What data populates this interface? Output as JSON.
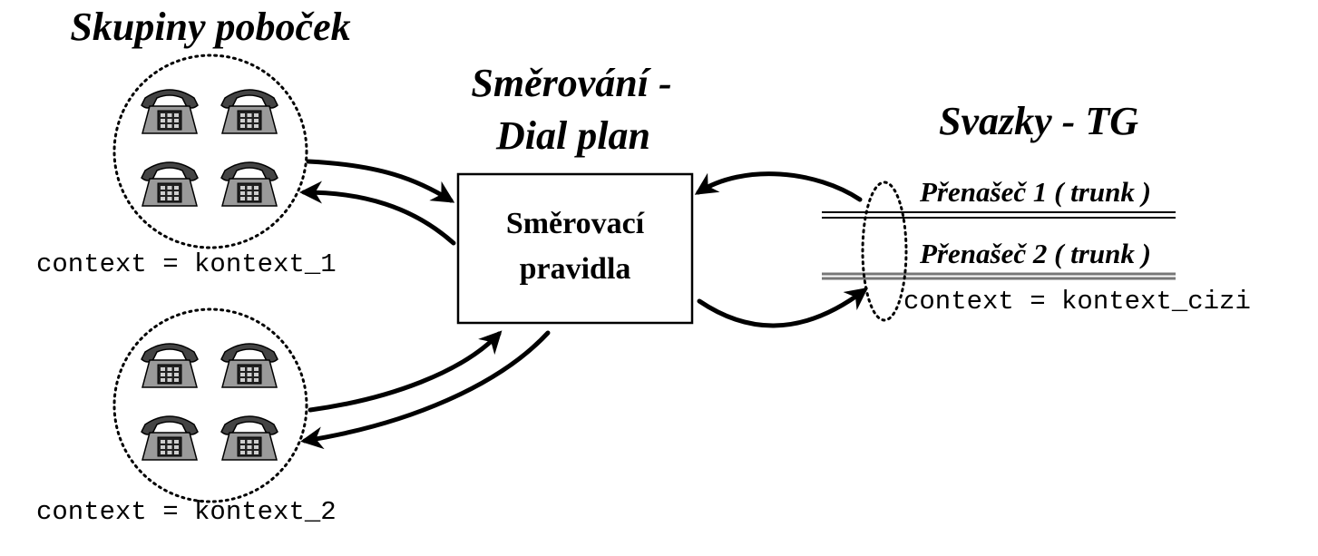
{
  "headings": {
    "branch_groups": "Skupiny poboček",
    "routing_line1": "Směrování -",
    "routing_line2": "Dial plan",
    "trunk_groups": "Svazky - TG"
  },
  "routing_box": {
    "line1": "Směrovací",
    "line2": "pravidla"
  },
  "branch_group_1": {
    "context": "context = kontext_1",
    "phone_count": 4,
    "icon": "telephone-icon"
  },
  "branch_group_2": {
    "context": "context = kontext_2",
    "phone_count": 4,
    "icon": "telephone-icon"
  },
  "trunks": {
    "trunk_1": "Přenašeč 1 ( trunk )",
    "trunk_2": "Přenašeč 2 ( trunk )",
    "context": "context = kontext_cizi"
  }
}
